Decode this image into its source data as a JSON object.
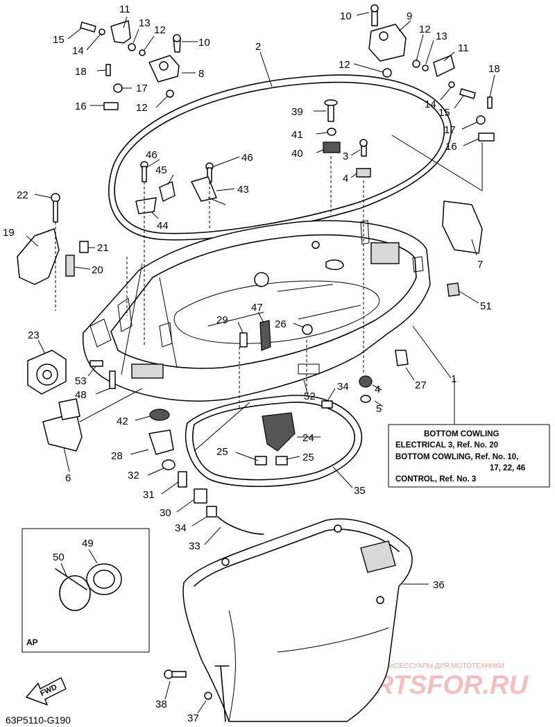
{
  "diagram_code": "63P5110-G190",
  "callouts": [
    {
      "id": "c11a",
      "label": "11"
    },
    {
      "id": "c13a",
      "label": "13"
    },
    {
      "id": "c12a",
      "label": "12"
    },
    {
      "id": "c10a",
      "label": "10"
    },
    {
      "id": "c15a",
      "label": "15"
    },
    {
      "id": "c14a",
      "label": "14"
    },
    {
      "id": "c18a",
      "label": "18"
    },
    {
      "id": "c8",
      "label": "8"
    },
    {
      "id": "c17a",
      "label": "17"
    },
    {
      "id": "c16a",
      "label": "16"
    },
    {
      "id": "c12b",
      "label": "12"
    },
    {
      "id": "c2",
      "label": "2"
    },
    {
      "id": "c10b",
      "label": "10"
    },
    {
      "id": "c9",
      "label": "9"
    },
    {
      "id": "c12c",
      "label": "12"
    },
    {
      "id": "c13b",
      "label": "13"
    },
    {
      "id": "c11b",
      "label": "11"
    },
    {
      "id": "c12d",
      "label": "12"
    },
    {
      "id": "c18b",
      "label": "18"
    },
    {
      "id": "c14b",
      "label": "14"
    },
    {
      "id": "c15b",
      "label": "15"
    },
    {
      "id": "c17b",
      "label": "17"
    },
    {
      "id": "c16b",
      "label": "16"
    },
    {
      "id": "c39",
      "label": "39"
    },
    {
      "id": "c41",
      "label": "41"
    },
    {
      "id": "c40",
      "label": "40"
    },
    {
      "id": "c3",
      "label": "3"
    },
    {
      "id": "c4a",
      "label": "4"
    },
    {
      "id": "c46a",
      "label": "46"
    },
    {
      "id": "c45",
      "label": "45"
    },
    {
      "id": "c46b",
      "label": "46"
    },
    {
      "id": "c43",
      "label": "43"
    },
    {
      "id": "c44",
      "label": "44"
    },
    {
      "id": "c22",
      "label": "22"
    },
    {
      "id": "c19",
      "label": "19"
    },
    {
      "id": "c21",
      "label": "21"
    },
    {
      "id": "c20",
      "label": "20"
    },
    {
      "id": "c7",
      "label": "7"
    },
    {
      "id": "c51",
      "label": "51"
    },
    {
      "id": "c47",
      "label": "47"
    },
    {
      "id": "c29",
      "label": "29"
    },
    {
      "id": "c26",
      "label": "26"
    },
    {
      "id": "c23",
      "label": "23"
    },
    {
      "id": "c53",
      "label": "53"
    },
    {
      "id": "c48",
      "label": "48"
    },
    {
      "id": "c1",
      "label": "1"
    },
    {
      "id": "c27",
      "label": "27"
    },
    {
      "id": "c34a",
      "label": "34"
    },
    {
      "id": "c4b",
      "label": "4"
    },
    {
      "id": "c52",
      "label": "52"
    },
    {
      "id": "c5",
      "label": "5"
    },
    {
      "id": "c42",
      "label": "42"
    },
    {
      "id": "c6",
      "label": "6"
    },
    {
      "id": "c24",
      "label": "24"
    },
    {
      "id": "c28",
      "label": "28"
    },
    {
      "id": "c25a",
      "label": "25"
    },
    {
      "id": "c25b",
      "label": "25"
    },
    {
      "id": "c32",
      "label": "32"
    },
    {
      "id": "c31",
      "label": "31"
    },
    {
      "id": "c35",
      "label": "35"
    },
    {
      "id": "c30",
      "label": "30"
    },
    {
      "id": "c34b",
      "label": "34"
    },
    {
      "id": "c33",
      "label": "33"
    },
    {
      "id": "c49",
      "label": "49"
    },
    {
      "id": "c50",
      "label": "50"
    },
    {
      "id": "c36",
      "label": "36"
    },
    {
      "id": "c38",
      "label": "38"
    },
    {
      "id": "c37",
      "label": "37"
    }
  ],
  "reference_box": {
    "title": "BOTTOM COWLING",
    "lines": [
      "ELECTRICAL 3,  Ref. No. 20",
      "BOTTOM COWLING,  Ref. No. 10,",
      "17, 22, 46",
      "CONTROL,  Ref. No. 3"
    ]
  },
  "inset_label": "AP",
  "fwd_label": "FWD",
  "watermark": {
    "tagline": "ЗАПЧАСТИ И АКСЕССУАРЫ ДЛЯ МОТОТЕХНИКИ",
    "brand": "PARTSFOR.RU"
  }
}
